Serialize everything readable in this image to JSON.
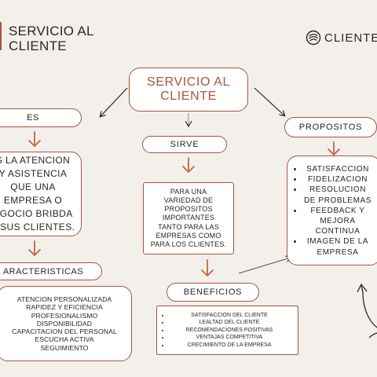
{
  "header": {
    "title_line1": "SERVICIO AL",
    "title_line2": "CLIENTE"
  },
  "brand": {
    "name": "CLIENTES",
    "icon": "spiral-logo-icon"
  },
  "central": {
    "line1": "SERVICIO AL",
    "line2": "CLIENTE"
  },
  "es": {
    "label": "ES",
    "detail_lines": [
      "S LA ATENCION",
      "Y ASISTENCIA",
      "QUE UNA",
      "EMPRESA O",
      "EGOCIO BRIBDA",
      "A SUS CLIENTES."
    ]
  },
  "sirve": {
    "label": "SIRVE",
    "detail_lines": [
      "PARA UNA",
      "VARIEDAD DE",
      "PROPOSITOS",
      "IMPORTANTES",
      "TANTO PARA  LAS",
      "EMPRESAS COMO",
      "PARA LOS CLIENTES."
    ]
  },
  "propositos": {
    "label": "PROPOSITOS",
    "items": [
      "SATISFACCION",
      "FIDELIZACION",
      "RESOLUCION DE PROBLEMAS",
      "FEEDBACK Y MEJORA CONTINUA",
      "IMAGEN DE LA EMPRESA"
    ]
  },
  "caracteristicas": {
    "label": "ARACTERISTICAS",
    "items": [
      "ATENCION PERSONALIZADA",
      "RAPIDEZ Y EFICIENCIA",
      "PROFESIONALISMO",
      "DISPONIBILIDAD",
      "CAPACITACION DEL PERSONAL",
      "ESCUCHA ACTIVA",
      "SEGUIMIENTO"
    ]
  },
  "beneficios": {
    "label": "BENEFICIOS",
    "items": [
      "SATISFACCION DEL CLIENTE",
      "LEALTAD DEL CLIENTE",
      "RECOMENDACIONES POSITIVAS",
      "VENTAJAS COMPETITIVA",
      "CRECIMIENTO DE LA EMPRESA"
    ]
  },
  "colors": {
    "accent": "#a8553f",
    "background": "#f3f0eb",
    "box_fill": "#ffffff",
    "text": "#2a2623",
    "connector": "#1a1a1a"
  }
}
